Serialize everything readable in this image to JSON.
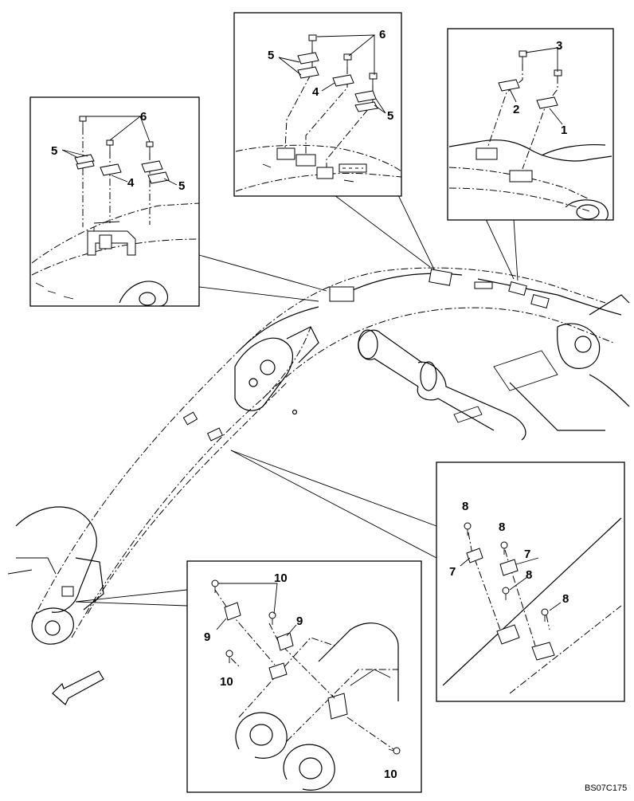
{
  "drawing_code": "BS07C175",
  "callouts": {
    "detail_top_left": [
      "6",
      "5",
      "4",
      "5"
    ],
    "detail_top_center": [
      "6",
      "5",
      "4",
      "5"
    ],
    "detail_top_right": [
      "3",
      "2",
      "1"
    ],
    "detail_mid_right": [
      "8",
      "8",
      "7",
      "7",
      "8",
      "8"
    ],
    "detail_bottom": [
      "10",
      "9",
      "9",
      "10",
      "10"
    ]
  },
  "front_arrow": "arrow-left-down"
}
